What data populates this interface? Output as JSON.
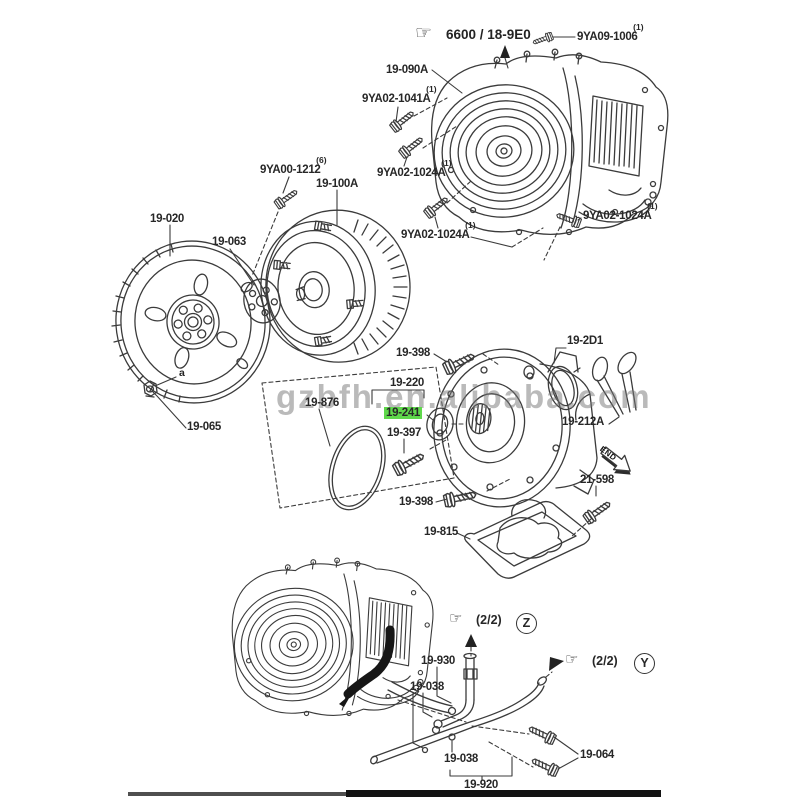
{
  "watermark": "gzbfh.en.alibaba.com",
  "colors": {
    "highlight": "#5fd84b",
    "line": "#3b3b3b",
    "label": "#272727",
    "watermark_gray": "#767676"
  },
  "icons": {
    "hand_pointer": "☞"
  },
  "reference_top": {
    "icon": "hand-pointer",
    "text": "6600 / 18-9E0"
  },
  "markers": {
    "end_arrow": "END",
    "section_view": "a"
  },
  "callouts": [
    {
      "icon": "hand-pointer",
      "text": "(2/2)",
      "letter": "Z"
    },
    {
      "icon": "hand-pointer",
      "text": "(2/2)",
      "letter": "Y"
    }
  ],
  "part_labels": [
    {
      "part": "9YA09-1006",
      "qty": "(1)"
    },
    {
      "part": "19-090A"
    },
    {
      "part": "9YA02-1041A",
      "qty": "(1)"
    },
    {
      "part": "9YA02-1024A",
      "qty": "(1)"
    },
    {
      "part": "9YA00-1212",
      "qty": "(6)"
    },
    {
      "part": "19-100A"
    },
    {
      "part": "19-020"
    },
    {
      "part": "19-063"
    },
    {
      "part": "9YA02-1024A",
      "qty": "(1)"
    },
    {
      "part": "9YA02-1024A",
      "qty": "(1)"
    },
    {
      "part": "19-065"
    },
    {
      "part": "19-398"
    },
    {
      "part": "19-220"
    },
    {
      "part": "19-876"
    },
    {
      "part": "19-241",
      "highlighted": true
    },
    {
      "part": "19-397"
    },
    {
      "part": "19-2D1"
    },
    {
      "part": "19-212A"
    },
    {
      "part": "21-598"
    },
    {
      "part": "19-398"
    },
    {
      "part": "19-815"
    },
    {
      "part": "19-930"
    },
    {
      "part": "19-038"
    },
    {
      "part": "19-064"
    },
    {
      "part": "19-038"
    },
    {
      "part": "19-920"
    }
  ]
}
